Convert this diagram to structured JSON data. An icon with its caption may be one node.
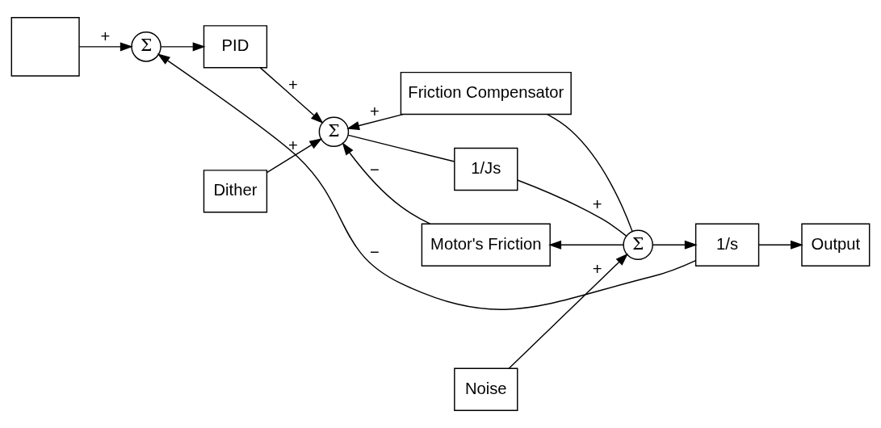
{
  "diagram": {
    "nodes": [
      {
        "text": [],
        "shape": "box"
      },
      {
        "text": [
          "Σ"
        ]
      },
      {
        "text": [
          "PID"
        ]
      },
      {
        "text": [
          "Dither"
        ]
      },
      {
        "text": [
          "Friction Compensator"
        ]
      },
      {
        "text": [
          "Σ"
        ]
      },
      {
        "text": [
          "1/Js"
        ]
      },
      {
        "text": [
          "Σ"
        ]
      },
      {
        "text": [
          "Noise"
        ]
      },
      {
        "text": [
          "1/s"
        ]
      },
      {
        "text": [
          "Output"
        ]
      },
      {
        "text": [
          "Motor's Friction"
        ]
      }
    ],
    "edges": [
      {
        "from": 0,
        "to": 1,
        "arrow": "to",
        "label": "+"
      },
      {
        "from": 1,
        "to": 2,
        "arrow": "to"
      },
      {
        "from": 2,
        "to": 5,
        "arrow": "to",
        "label": "+"
      },
      {
        "from": 3,
        "to": 5,
        "arrow": "to",
        "label": "+"
      },
      {
        "from": 4,
        "to": 5,
        "arrow": "to",
        "label": "+"
      },
      {
        "from": 5,
        "to": 6,
        "arrow": "none"
      },
      {
        "from": 6,
        "to": 7,
        "arrow": "none",
        "label": "+"
      },
      {
        "from": 8,
        "to": 7,
        "arrow": "to",
        "label": "+"
      },
      {
        "from": 7,
        "to": 9,
        "arrow": "to"
      },
      {
        "from": 7,
        "to": 4,
        "arrow": "none"
      },
      {
        "from": 7,
        "to": 11,
        "arrow": "to"
      },
      {
        "from": 11,
        "to": 5,
        "arrow": "to",
        "label": "−"
      },
      {
        "from": 9,
        "to": 10,
        "arrow": "to"
      },
      {
        "from": 9,
        "to": 1,
        "arrow": "to",
        "label": "−"
      }
    ]
  }
}
